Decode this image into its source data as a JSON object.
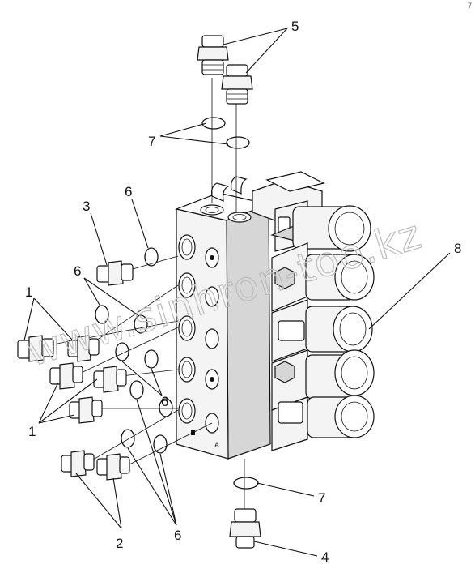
{
  "corner_mark": "7",
  "watermark": "www.sinhron-too.kz",
  "block_marking": "A",
  "callouts": [
    {
      "id": "c1",
      "text": "1"
    },
    {
      "id": "c1b",
      "text": "1"
    },
    {
      "id": "c2",
      "text": "2"
    },
    {
      "id": "c3",
      "text": "3"
    },
    {
      "id": "c4",
      "text": "4"
    },
    {
      "id": "c5",
      "text": "5"
    },
    {
      "id": "c6a",
      "text": "6"
    },
    {
      "id": "c6b",
      "text": "6"
    },
    {
      "id": "c6c",
      "text": "6"
    },
    {
      "id": "c6d",
      "text": "6"
    },
    {
      "id": "c7a",
      "text": "7"
    },
    {
      "id": "c7b",
      "text": "7"
    },
    {
      "id": "c8",
      "text": "8"
    }
  ]
}
